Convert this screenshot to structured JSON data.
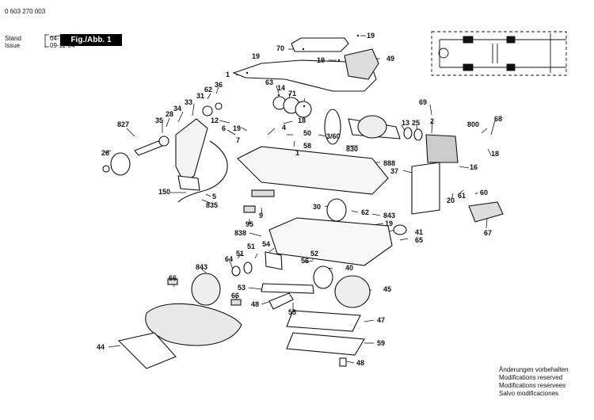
{
  "header": {
    "part_number": "0 603 270 003",
    "stand_label": "Stand",
    "stand_date": "04-10",
    "issue_label": "Issue",
    "issue_date": "09-11-04",
    "figure_label": "Fig./Abb. 1"
  },
  "notice": [
    "Änderungen vorbehalten",
    "Modifications reserved",
    "Modifications reservees",
    "Salvo modificaciones"
  ],
  "parts": {
    "p19a": "19",
    "p70": "70",
    "p19b": "19",
    "p19c": "19",
    "p49": "49",
    "p1a": "1",
    "p63": "63",
    "p14": "14",
    "p71": "71",
    "p62a": "62",
    "p36": "36",
    "p31": "31",
    "p33": "33",
    "p34": "34",
    "p28": "28",
    "p35": "35",
    "p827": "827",
    "p12": "12",
    "p6": "6",
    "p19d": "19",
    "p7": "7",
    "p4": "4",
    "p18a": "18",
    "p50": "50",
    "p58": "58",
    "p3_60": "3/60",
    "p13": "13",
    "p25": "25",
    "p2": "2",
    "p69": "69",
    "p830": "830",
    "p800": "800",
    "p68": "68",
    "p18b": "18",
    "p16": "16",
    "p888": "888",
    "p1b": "1",
    "p37": "37",
    "p26": "26",
    "p150": "150",
    "p5": "5",
    "p835": "835",
    "p9": "9",
    "p95": "95",
    "p30": "30",
    "p62b": "62",
    "p843a": "843",
    "p19e": "19",
    "p61": "61",
    "p20": "20",
    "p60": "60",
    "p67": "67",
    "p838": "838",
    "p41": "41",
    "p65": "65",
    "p51a": "51",
    "p51b": "51",
    "p54": "54",
    "p64": "64",
    "p843b": "843",
    "p52": "52",
    "p56": "56",
    "p40": "40",
    "p66a": "66",
    "p53": "53",
    "p45": "45",
    "p66b": "66",
    "p48a": "48",
    "p55": "55",
    "p47": "47",
    "p44": "44",
    "p59": "59",
    "p48b": "48"
  }
}
